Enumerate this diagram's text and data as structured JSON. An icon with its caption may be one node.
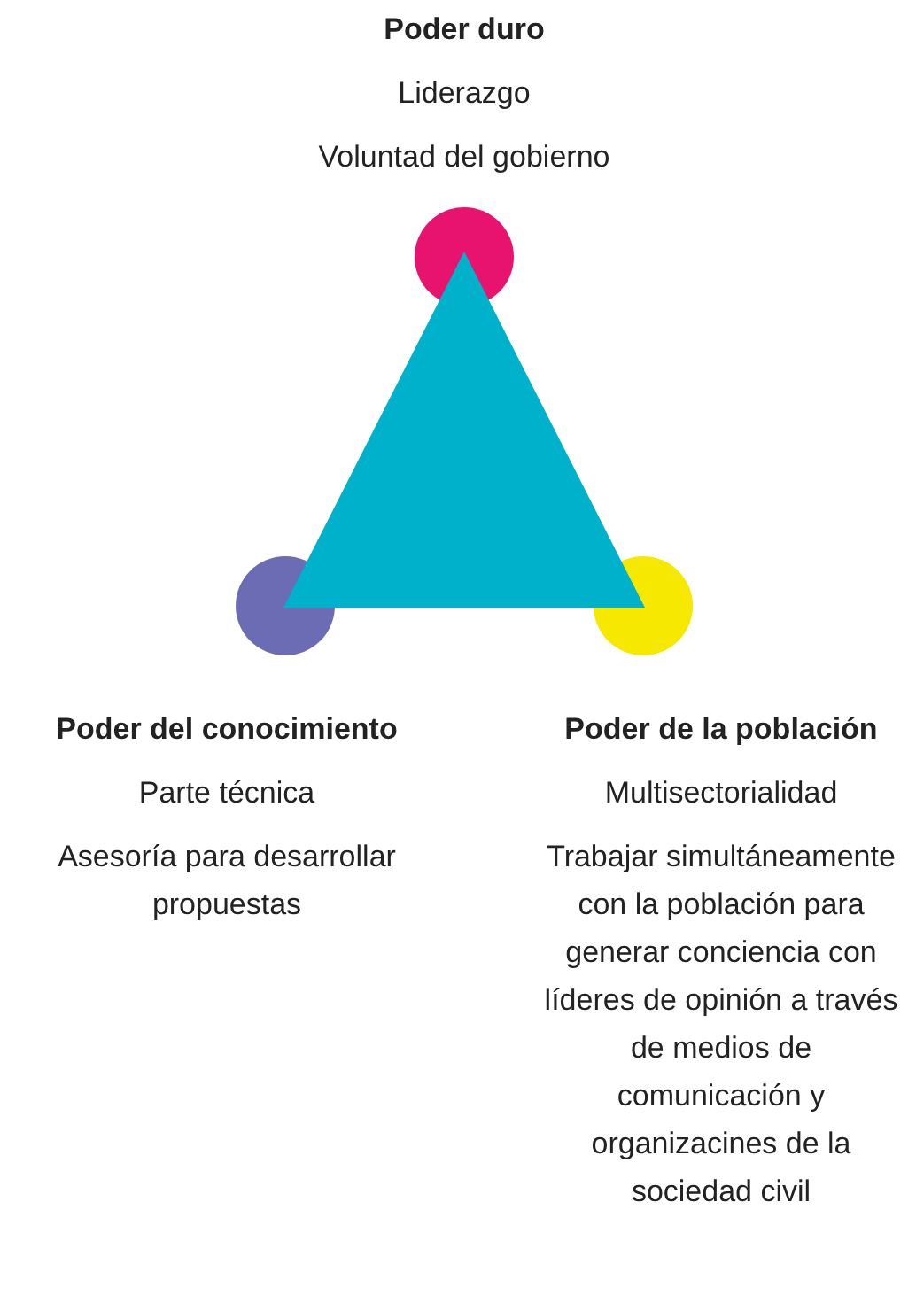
{
  "diagram": {
    "nodes": [
      {
        "text": [
          "Poder duro",
          "Liderazgo",
          "Voluntad del gobierno"
        ]
      },
      {
        "text": [
          "Poder del conocimiento",
          "Parte técnica",
          "Asesoría para desarrollar propuestas"
        ]
      },
      {
        "text": [
          "Poder de la población",
          "Multisectorialidad",
          "Trabajar simultáneamente con la población para generar conciencia con líderes de opinión a través de medios de comunicación y organizacines de la sociedad civil"
        ]
      },
      {
        "text": [],
        "shape": "triangle"
      }
    ],
    "edges": []
  }
}
